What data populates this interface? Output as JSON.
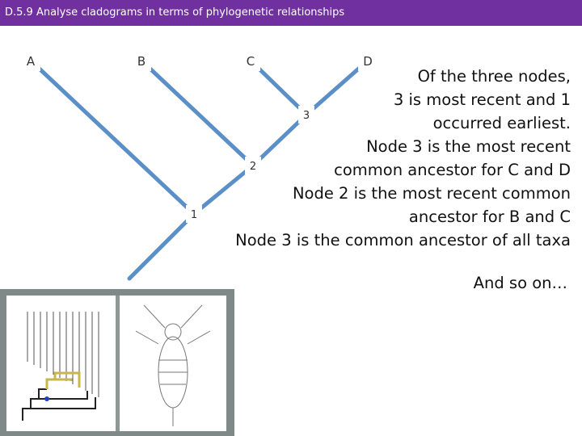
{
  "header": {
    "title": "D.5.9 Analyse cladograms in terms of phylogenetic relationships"
  },
  "cladogram": {
    "taxa": [
      "A",
      "B",
      "C",
      "D"
    ],
    "nodes": [
      "1",
      "2",
      "3"
    ],
    "line_color": "#5b8fc7",
    "node_fill": "#ffffff"
  },
  "explanation": {
    "lines": [
      "Of the three nodes,",
      "3 is most recent and 1",
      "occurred earliest.",
      "Node 3 is the most recent",
      "common ancestor for C and D",
      "Node 2 is the most recent common",
      "ancestor for B and C",
      "Node 3 is the common ancestor of all taxa"
    ],
    "footer": "And so on…"
  },
  "colors": {
    "header_bg": "#7030a0",
    "header_text": "#ffffff"
  }
}
